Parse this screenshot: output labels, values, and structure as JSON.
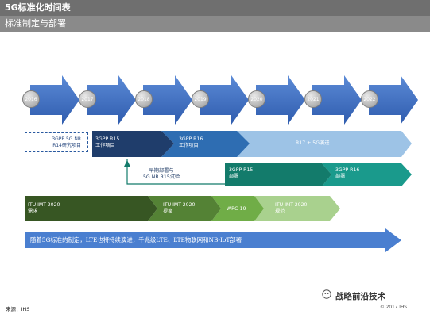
{
  "header": {
    "title": "5G标准化时间表",
    "subtitle": "标准制定与部署"
  },
  "years": [
    "2016",
    "2017",
    "2018",
    "2019",
    "2020",
    "2021",
    "2022"
  ],
  "timeline": {
    "study": [
      "3GPP 5G NR",
      "R14研究项目"
    ],
    "r15_work": [
      "3GPP R15",
      "工作项目"
    ],
    "r16_work": [
      "3GPP R16",
      "工作项目"
    ],
    "r17": "R17 + 5G演进",
    "early_deploy": [
      "早期部署与",
      "5G NR R15试验"
    ],
    "r15_deploy": [
      "3GPP R15",
      "部署"
    ],
    "r16_deploy": [
      "3GPP R16",
      "部署"
    ],
    "itu_req": [
      "ITU IMT-2020",
      "需求"
    ],
    "itu_proposal": [
      "ITU IMT-2020",
      "提案"
    ],
    "wrc": "WRC-19",
    "itu_spec": [
      "ITU IMT-2020",
      "规范"
    ],
    "bottom_note": "随着5G标准的制定，LTE也将持续演进，千兆级LTE、LTE物联网和NB-IoT部署"
  },
  "footer": {
    "source": "来源：IHS",
    "watermark": "战略前沿技术",
    "copyright": "© 2017 IHS"
  },
  "colors": {
    "year_arrow": "#4472c4",
    "r15_work": "#1f3d6b",
    "r16_work": "#2e6db2",
    "r17": "#9dc3e6",
    "deploy_r15": "#137b6b",
    "deploy_r16": "#1a9a8c",
    "itu_req": "#375623",
    "itu_proposal": "#548235",
    "wrc": "#70ad47",
    "itu_spec": "#a9d18e",
    "bottom": "#4a7fd0"
  }
}
